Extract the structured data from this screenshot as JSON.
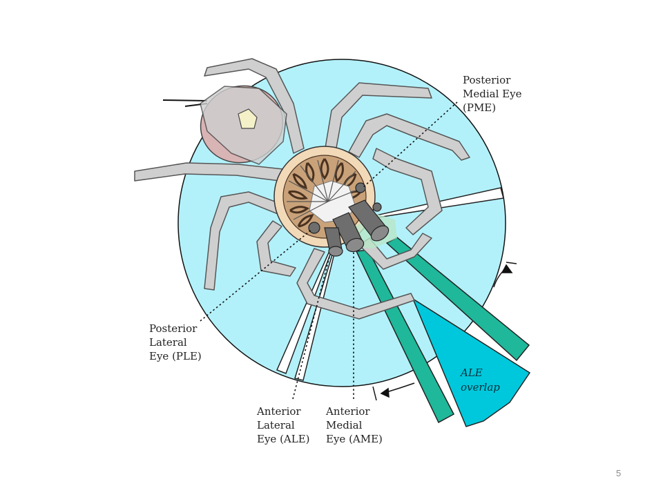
{
  "labels": {
    "pme": [
      "Posterior",
      "Medial Eye",
      "(PME)"
    ],
    "ple": [
      "Posterior",
      "Lateral",
      "Eye (PLE)"
    ],
    "ale": [
      "Anterior",
      "Lateral",
      "Eye (ALE)"
    ],
    "ame": [
      "Anterior",
      "Medial",
      "Eye (AME)"
    ],
    "overlap": [
      "ALE",
      "overlap"
    ]
  },
  "page_number": "5",
  "colors": {
    "field_of_view": "#b3f1fa",
    "spider_body": "#cfcfcf",
    "abdomen": "#d9b4b4",
    "cephalothorax": "#f2d9b8",
    "ame_beam": "#1fb89a",
    "ale_overlap": "#00c8dc",
    "eye_tube": "#6e6e6e"
  }
}
